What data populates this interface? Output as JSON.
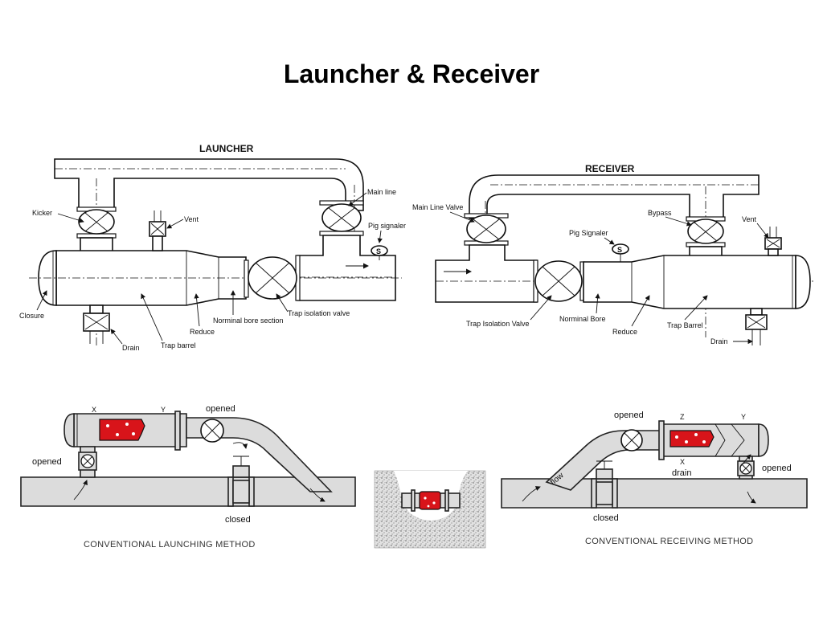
{
  "title": "Launcher & Receiver",
  "launcher": {
    "heading": "LAUNCHER",
    "labels": {
      "kicker": "Kicker",
      "vent": "Vent",
      "main_line": "Main line",
      "pig_signaler": "Pig signaler",
      "closure": "Closure",
      "drain": "Drain",
      "trap_barrel": "Trap barrel",
      "reduce": "Reduce",
      "nominal_bore": "Norminal bore section",
      "trap_isolation": "Trap isolation valve",
      "signaler_symbol": "S"
    }
  },
  "receiver": {
    "heading": "RECEIVER",
    "labels": {
      "main_line_valve": "Main Line Valve",
      "pig_signaler": "Pig Signaler",
      "bypass": "Bypass",
      "vent": "Vent",
      "trap_isolation": "Trap Isolation Valve",
      "nominal_bore": "Norminal Bore",
      "reduce": "Reduce",
      "trap_barrel": "Trap Barrel",
      "drain": "Drain",
      "signaler_symbol": "S"
    }
  },
  "launching_method": {
    "caption": "CONVENTIONAL LAUNCHING METHOD",
    "labels": {
      "opened_top": "opened",
      "opened_side": "opened",
      "closed": "closed",
      "mark_a": "X",
      "mark_b": "Y"
    }
  },
  "receiving_method": {
    "caption": "CONVENTIONAL RECEIVING METHOD",
    "labels": {
      "opened_top": "opened",
      "opened_side": "opened",
      "closed": "closed",
      "drain": "drain",
      "flow": "flow",
      "mark_a": "Z",
      "mark_b": "Y",
      "mark_c": "X"
    }
  },
  "colors": {
    "pig": "#d8141a",
    "pipe_fill": "#dcdcdc",
    "ground": "#bdbdbd"
  }
}
